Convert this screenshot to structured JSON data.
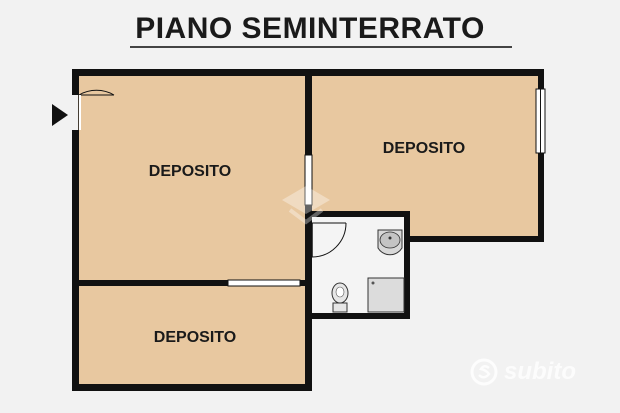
{
  "plan": {
    "title": "PIANO SEMINTERRATO",
    "rooms": [
      {
        "id": "room-1",
        "label": "DEPOSITO"
      },
      {
        "id": "room-2",
        "label": "DEPOSITO"
      },
      {
        "id": "room-3",
        "label": "DEPOSITO"
      }
    ]
  },
  "colors": {
    "floor": "#e8c8a0",
    "wall": "#111111",
    "background": "#f2f2f2",
    "bathroom_floor": "#f4f4f4"
  },
  "watermark": {
    "text": "subito"
  }
}
